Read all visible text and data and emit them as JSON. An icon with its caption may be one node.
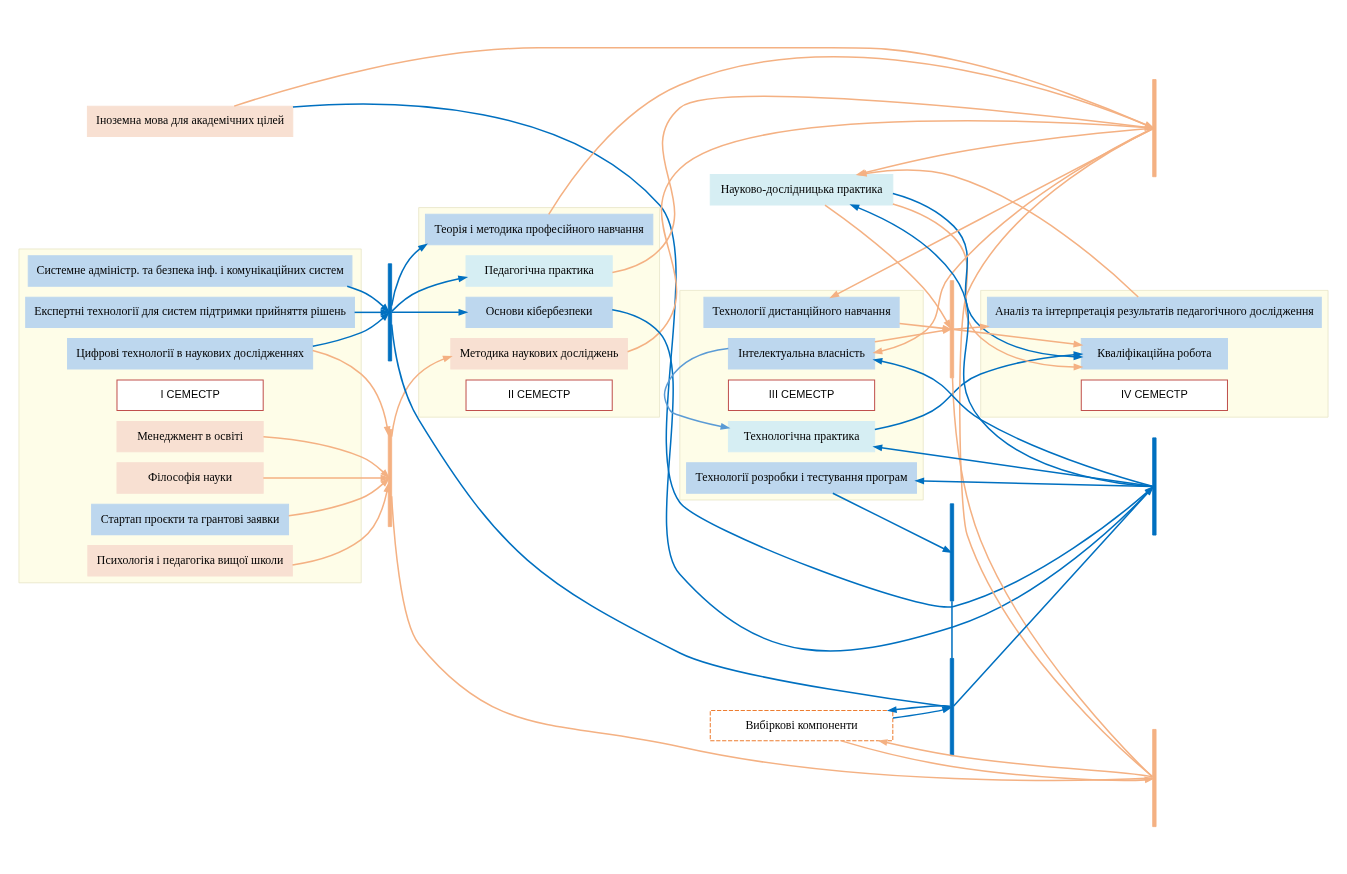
{
  "diagram": {
    "nodes": [
      {
        "text": [],
        "shape": "box"
      },
      {
        "text": [
          "I СЕМЕСТР"
        ],
        "in": 0
      },
      {
        "text": [
          "Психологія і педагогіка вищої школи"
        ],
        "in": 0
      },
      {
        "text": [
          "Менеджмент в освіті"
        ],
        "in": 0
      },
      {
        "text": [
          "Філософія науки"
        ],
        "in": 0
      },
      {
        "text": [
          "Іноземна мова для академічних цілей"
        ]
      },
      {
        "text": [
          "Цифрові технології в наукових дослідженнях"
        ],
        "in": 0
      },
      {
        "text": [
          "Системне адміністр. та безпека інф. і комунікаційних систем"
        ],
        "in": 0
      },
      {
        "text": [
          "Стартап проєкти та грантові заявки"
        ],
        "in": 0
      },
      {
        "text": [
          "Експертні технології для систем підтримки прийняття рішень"
        ],
        "in": 0
      },
      {
        "text": [],
        "shape": "box"
      },
      {
        "text": [
          "II СЕМЕСТР"
        ],
        "in": 10
      },
      {
        "text": [
          "Методика наукових досліджень"
        ],
        "in": 10
      },
      {
        "text": [
          "Теорія і методика професійного навчання"
        ],
        "in": 10
      },
      {
        "text": [
          "Основи кібербезпеки"
        ],
        "in": 10
      },
      {
        "text": [
          "Педагогічна практика"
        ],
        "in": 10
      },
      {
        "text": [],
        "shape": "box"
      },
      {
        "text": [
          "III СЕМЕСТР"
        ],
        "in": 16
      },
      {
        "text": [
          "Технології розробки і тестування програм"
        ],
        "in": 16
      },
      {
        "text": [
          "Науково-дослідницька практика"
        ]
      },
      {
        "text": [
          "Інтелектуальна власність"
        ],
        "in": 16
      },
      {
        "text": [
          "Технологічна практика"
        ],
        "in": 16
      },
      {
        "text": [
          "Технології дистанційного навчання"
        ],
        "in": 16
      },
      {
        "text": [],
        "shape": "box"
      },
      {
        "text": [
          "IV СЕМЕСТР"
        ],
        "in": 23
      },
      {
        "text": [
          "Аналіз та інтерпретація результатів педагогічного дослідження"
        ],
        "in": 23
      },
      {
        "text": [
          "Кваліфікаційна робота"
        ],
        "in": 23
      },
      {
        "text": [
          "Вибіркові компоненти"
        ]
      },
      {
        "text": [],
        "shape": "bar"
      },
      {
        "text": [],
        "shape": "bar"
      },
      {
        "text": [],
        "shape": "bar"
      },
      {
        "text": [],
        "shape": "bar"
      },
      {
        "text": [],
        "shape": "bar"
      },
      {
        "text": [],
        "shape": "bar"
      },
      {
        "text": [],
        "shape": "bar"
      },
      {
        "text": [],
        "shape": "bar"
      }
    ],
    "edges": [
      {
        "from": 2,
        "to": 28,
        "arrow": "to",
        "color": "#f4b183"
      },
      {
        "from": 3,
        "to": 28,
        "arrow": "to",
        "color": "#f4b183"
      },
      {
        "from": 4,
        "to": 28,
        "arrow": "to",
        "color": "#f4b183"
      },
      {
        "from": 6,
        "to": 28,
        "arrow": "to",
        "color": "#f4b183"
      },
      {
        "from": 8,
        "to": 28,
        "arrow": "to",
        "color": "#f4b183"
      },
      {
        "from": 28,
        "to": 12,
        "arrow": "to",
        "color": "#f4b183"
      },
      {
        "from": 12,
        "to": 29,
        "arrow": "to",
        "color": "#f4b183"
      },
      {
        "from": 13,
        "to": 29,
        "arrow": "to",
        "color": "#f4b183"
      },
      {
        "from": 5,
        "to": 29,
        "arrow": "to",
        "color": "#f4b183"
      },
      {
        "from": 15,
        "to": 29,
        "arrow": "to",
        "color": "#f4b183"
      },
      {
        "from": 29,
        "to": 19,
        "arrow": "to",
        "color": "#f4b183"
      },
      {
        "from": 29,
        "to": 20,
        "arrow": "to",
        "color": "#f4b183"
      },
      {
        "from": 29,
        "to": 22,
        "arrow": "to",
        "color": "#f4b183"
      },
      {
        "from": 19,
        "to": 30,
        "arrow": "to",
        "color": "#f4b183"
      },
      {
        "from": 20,
        "to": 30,
        "arrow": "to",
        "color": "#f4b183"
      },
      {
        "from": 22,
        "to": 30,
        "arrow": "to",
        "color": "#f4b183"
      },
      {
        "from": 30,
        "to": 25,
        "arrow": "to",
        "color": "#f4b183"
      },
      {
        "from": 30,
        "to": 26,
        "arrow": "to",
        "color": "#f4b183"
      },
      {
        "from": 25,
        "to": 19,
        "arrow": "to",
        "color": "#f4b183"
      },
      {
        "from": 19,
        "to": 26,
        "arrow": "to",
        "color": "#f4b183"
      },
      {
        "from": 28,
        "to": 31,
        "arrow": "none",
        "color": "#f4b183"
      },
      {
        "from": 29,
        "to": 31,
        "arrow": "none",
        "color": "#f4b183"
      },
      {
        "from": 30,
        "to": 31,
        "arrow": "none",
        "color": "#f4b183"
      },
      {
        "from": 27,
        "to": 31,
        "arrow": "to",
        "color": "#f4b183"
      },
      {
        "from": 31,
        "to": 27,
        "arrow": "to",
        "color": "#f4b183"
      },
      {
        "from": 6,
        "to": 32,
        "arrow": "to",
        "color": "#0070c0"
      },
      {
        "from": 7,
        "to": 32,
        "arrow": "to",
        "color": "#0070c0"
      },
      {
        "from": 9,
        "to": 32,
        "arrow": "to",
        "color": "#0070c0"
      },
      {
        "from": 32,
        "to": 13,
        "arrow": "to",
        "color": "#0070c0"
      },
      {
        "from": 32,
        "to": 14,
        "arrow": "to",
        "color": "#0070c0"
      },
      {
        "from": 32,
        "to": 15,
        "arrow": "to",
        "color": "#0070c0"
      },
      {
        "from": 5,
        "to": 33,
        "arrow": "to",
        "color": "#0070c0"
      },
      {
        "from": 14,
        "to": 33,
        "arrow": "to",
        "color": "#0070c0"
      },
      {
        "from": 33,
        "to": 18,
        "arrow": "to",
        "color": "#0070c0"
      },
      {
        "from": 33,
        "to": 19,
        "arrow": "to",
        "color": "#0070c0"
      },
      {
        "from": 33,
        "to": 20,
        "arrow": "to",
        "color": "#0070c0"
      },
      {
        "from": 33,
        "to": 21,
        "arrow": "to",
        "color": "#0070c0"
      },
      {
        "from": 18,
        "to": 34,
        "arrow": "to",
        "color": "#0070c0"
      },
      {
        "from": 32,
        "to": 35,
        "arrow": "none",
        "color": "#0070c0"
      },
      {
        "from": 33,
        "to": 35,
        "arrow": "none",
        "color": "#0070c0"
      },
      {
        "from": 34,
        "to": 35,
        "arrow": "none",
        "color": "#0070c0"
      },
      {
        "from": 27,
        "to": 35,
        "arrow": "to",
        "color": "#0070c0"
      },
      {
        "from": 35,
        "to": 27,
        "arrow": "to",
        "color": "#0070c0"
      },
      {
        "from": 20,
        "to": 21,
        "arrow": "to",
        "color": "#5b9bd5"
      },
      {
        "from": 21,
        "to": 26,
        "arrow": "to",
        "color": "#0070c0"
      },
      {
        "from": 19,
        "to": 26,
        "arrow": "to",
        "color": "#0070c0"
      }
    ]
  }
}
